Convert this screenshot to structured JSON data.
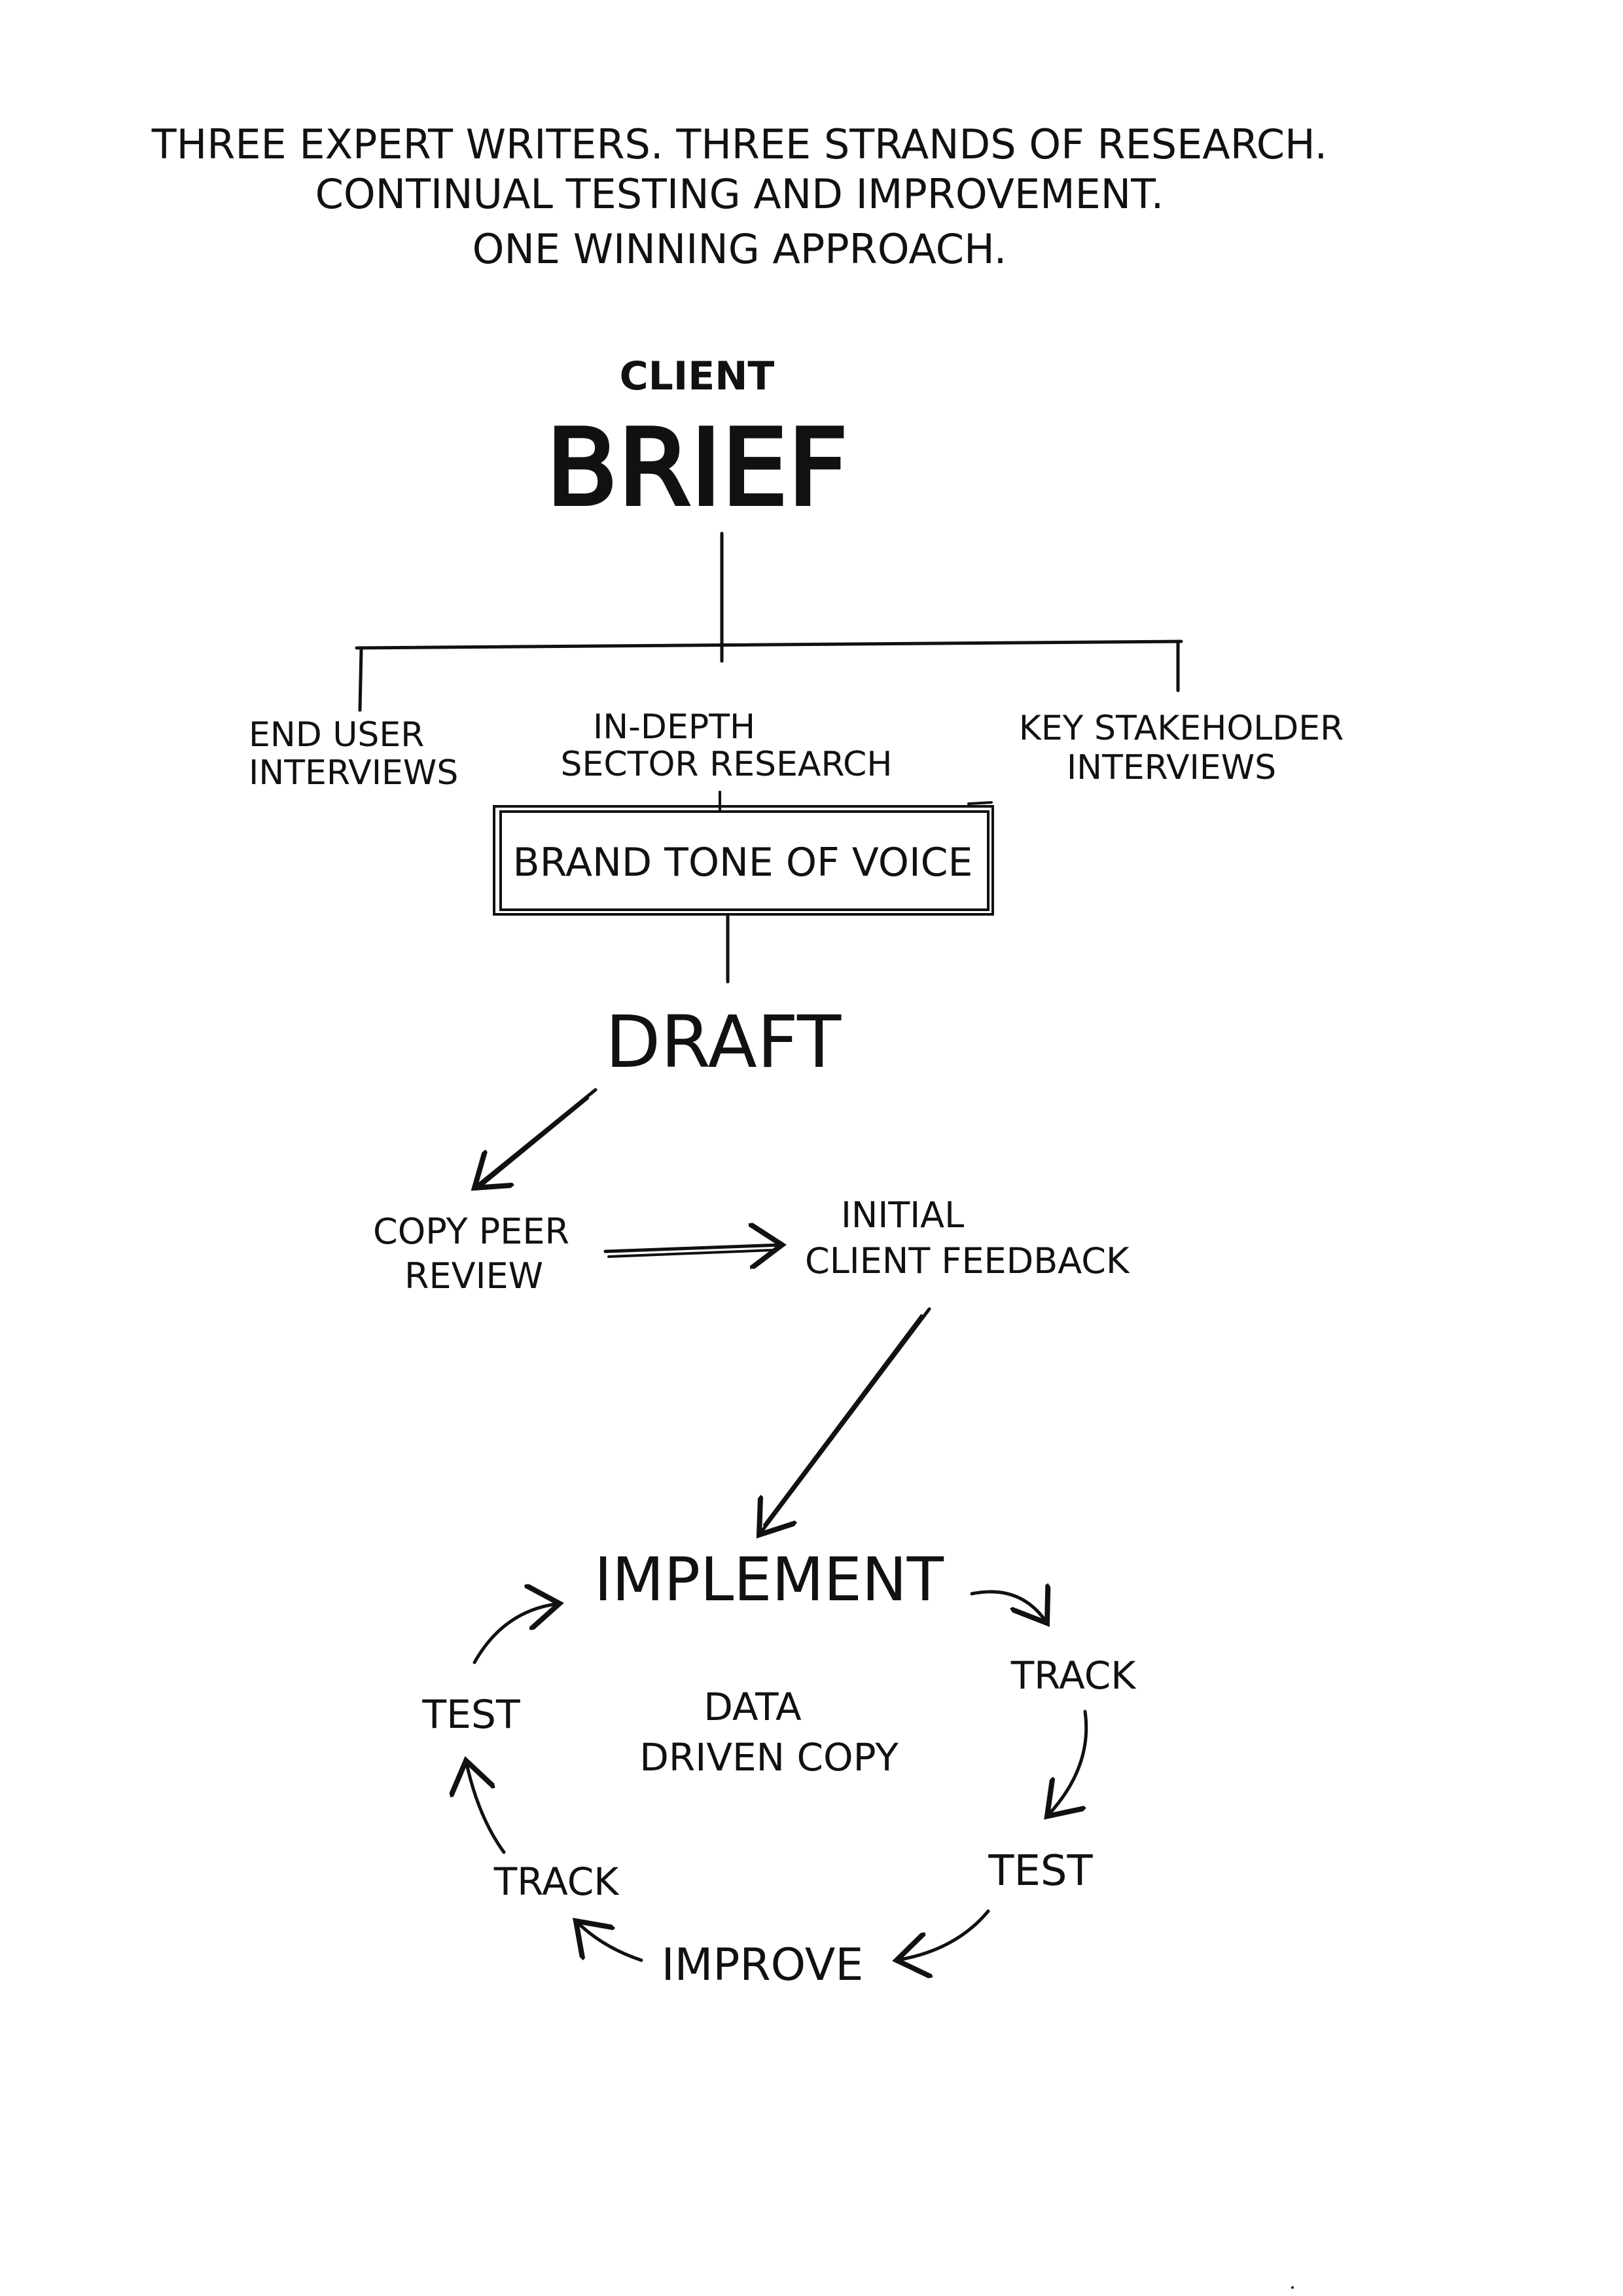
{
  "header": {
    "line1": "THREE EXPERT WRITERS. THREE STRANDS OF RESEARCH.",
    "line2": "CONTINUAL TESTING AND IMPROVEMENT.",
    "line3": "ONE WINNING APPROACH."
  },
  "nodes": {
    "client_label": "CLIENT",
    "brief_label": "BRIEF",
    "end_user_line1": "END USER",
    "end_user_line2": "INTERVIEWS",
    "sector_line1": "IN-DEPTH",
    "sector_line2": "SECTOR RESEARCH",
    "stakeholder_line1": "KEY STAKEHOLDER",
    "stakeholder_line2": "INTERVIEWS",
    "tone_box": "BRAND TONE OF VOICE",
    "draft": "DRAFT",
    "peer_line1": "COPY PEER",
    "peer_line2": "REVIEW",
    "feedback_line1": "INITIAL",
    "feedback_line2": "CLIENT FEEDBACK"
  },
  "cycle": {
    "implement": "IMPLEMENT",
    "track_right": "TRACK",
    "test_right": "TEST",
    "improve": "IMPROVE",
    "track_left": "TRACK",
    "test_left": "TEST",
    "center_line1": "DATA",
    "center_line2": "DRIVEN COPY"
  },
  "colors": {
    "ink": "#111111",
    "paper": "#ffffff"
  }
}
